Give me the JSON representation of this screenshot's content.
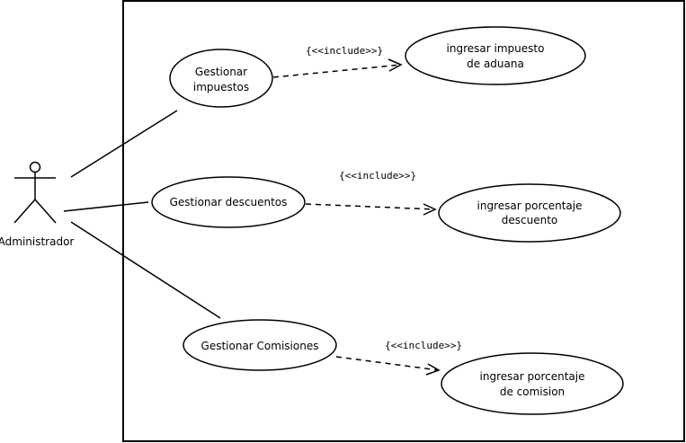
{
  "actor": {
    "name": "Administrador"
  },
  "use_cases": [
    {
      "id": "uc-impuestos",
      "lines": [
        "Gestionar",
        "impuestos"
      ]
    },
    {
      "id": "uc-descuentos",
      "lines": [
        "Gestionar descuentos"
      ]
    },
    {
      "id": "uc-comisiones",
      "lines": [
        "Gestionar Comisiones"
      ]
    },
    {
      "id": "uc-impuesto-aduana",
      "lines": [
        "ingresar impuesto",
        "de aduana"
      ]
    },
    {
      "id": "uc-porcentaje-descuento",
      "lines": [
        "ingresar porcentaje",
        "descuento"
      ]
    },
    {
      "id": "uc-porcentaje-comision",
      "lines": [
        "ingresar porcentaje",
        "de comision"
      ]
    }
  ],
  "relations": {
    "include_label": "{<<include>>}"
  }
}
